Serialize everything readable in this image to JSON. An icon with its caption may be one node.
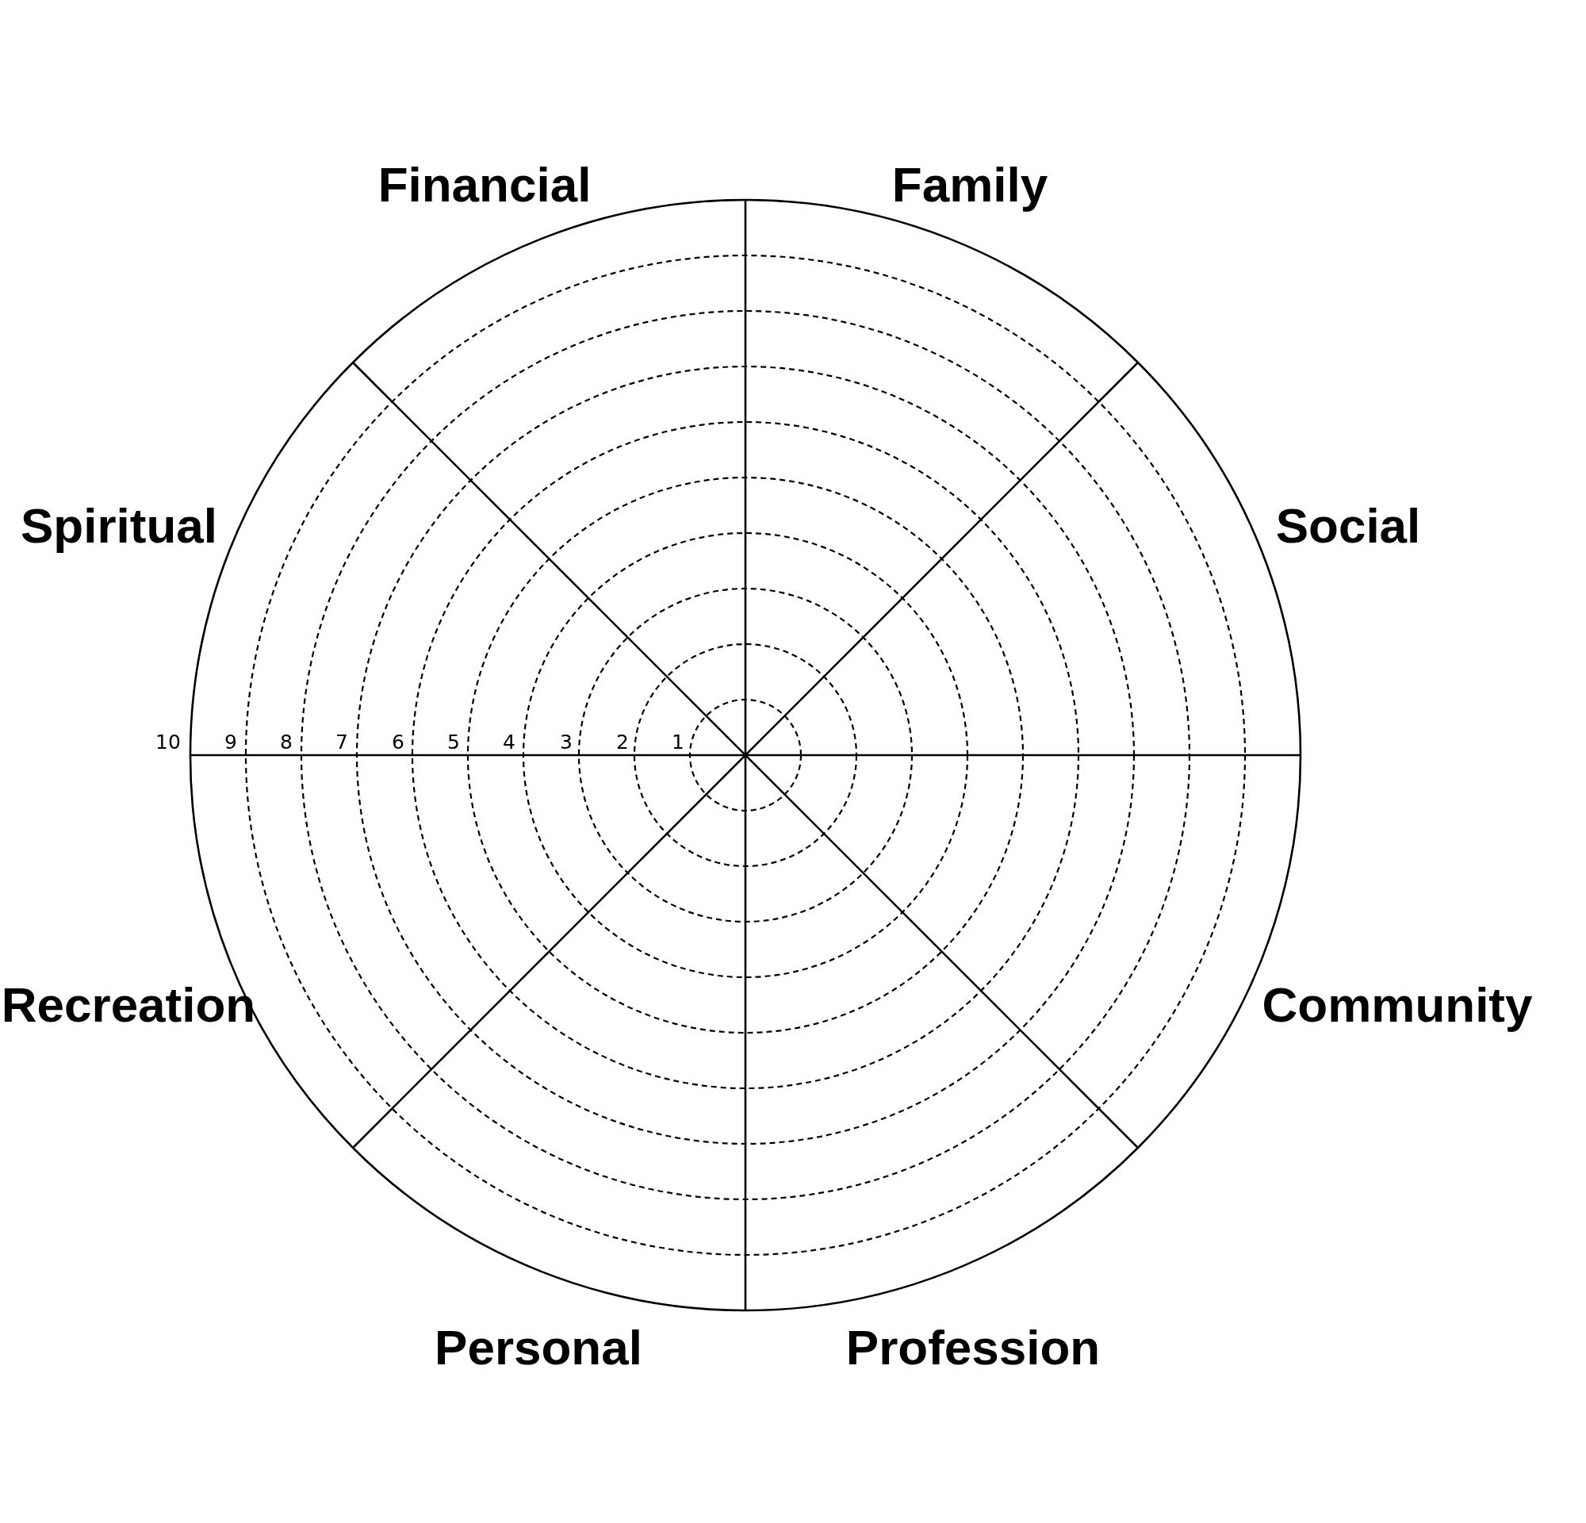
{
  "diagram": {
    "labels": [
      "Financial",
      "Family",
      "Spiritual",
      "Social",
      "10",
      "9",
      "8",
      "7",
      "6",
      "5",
      "4",
      "3",
      "2",
      "1",
      "Recreation",
      "Community",
      "Personal",
      "Profession"
    ]
  }
}
